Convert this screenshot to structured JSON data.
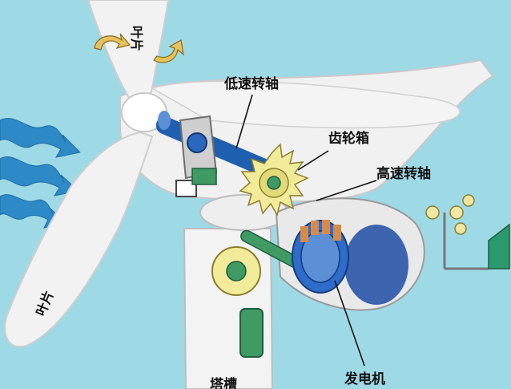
{
  "labels": {
    "blade_top": "叶片",
    "blade_left": "叶片",
    "low_speed_shaft": "低速转轴",
    "gearbox": "齿轮箱",
    "high_speed_shaft": "高速转轴",
    "generator": "发电机",
    "tower_partial": "塔槽"
  },
  "colors": {
    "sky": "#9ed9e6",
    "wind_arrow": "#2d8ac7",
    "shaft_blue": "#1f5fb0",
    "gear_yellow": "#f2ec9a",
    "gear_green": "#3f9a64",
    "rotation_arrow": "#e6c35a",
    "body_white": "#f1f1f1"
  },
  "icons": [
    "wind-arrow-icon",
    "rotation-arrow-icon",
    "anemometer-icon",
    "wind-vane-icon"
  ]
}
